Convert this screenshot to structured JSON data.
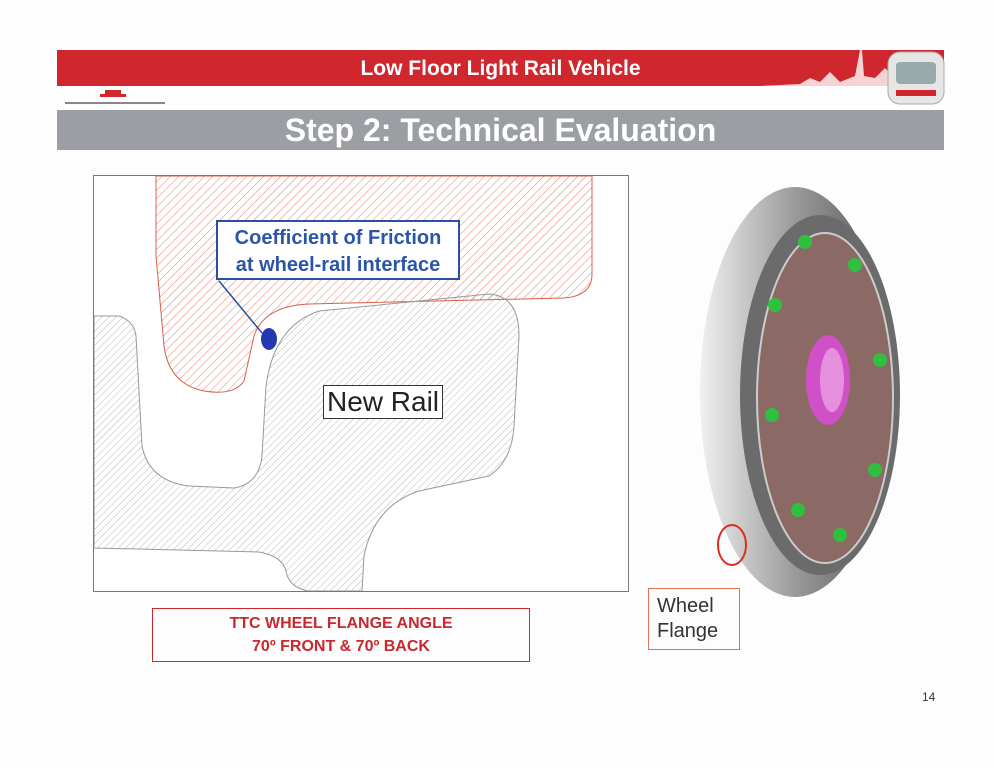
{
  "header": {
    "title": "Low Floor Light Rail Vehicle",
    "subtitle": "Step 2: Technical Evaluation"
  },
  "diagram": {
    "callout": {
      "line1": "Coefficient of Friction",
      "line2": "at wheel-rail interface"
    },
    "rail_label": "New Rail"
  },
  "flange_angle": {
    "line1": "TTC WHEEL FLANGE ANGLE",
    "line2": "70º FRONT & 70º BACK"
  },
  "wheel_label": {
    "line1": "Wheel",
    "line2": "Flange"
  },
  "page_number": "14",
  "colors": {
    "brand_red": "#d0262e",
    "gray_bar": "#9b9ea3",
    "callout_blue": "#2b55a8"
  }
}
